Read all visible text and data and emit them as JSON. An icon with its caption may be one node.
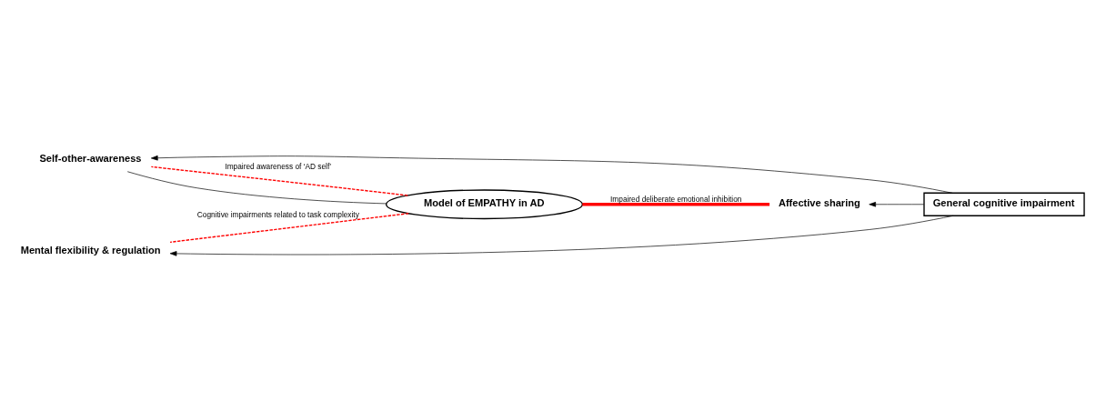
{
  "diagram": {
    "nodes": [
      {
        "text": [
          "Affective sharing"
        ]
      },
      {
        "text": [
          "Model of EMPATHY in AD"
        ]
      },
      {
        "text": [
          "Mental flexibility & regulation"
        ]
      },
      {
        "text": [
          "General cognitive impairment"
        ]
      },
      {
        "text": [
          "Self-other-awareness"
        ]
      }
    ],
    "edges": [
      {
        "from": 3,
        "to": 0,
        "arrow": "to"
      },
      {
        "from": 3,
        "to": 2,
        "arrow": "to"
      },
      {
        "from": 3,
        "to": 4,
        "arrow": "to"
      },
      {
        "from": 0,
        "to": 1,
        "arrow": "none",
        "label": "Impaired deliberate emotional inhibition",
        "style": "thick",
        "color": "#ff0000"
      },
      {
        "from": 1,
        "to": 2,
        "arrow": "none",
        "label": "Cognitive impairments related to task complexity",
        "style": "dashed",
        "color": "#ff0000"
      },
      {
        "from": 1,
        "to": 4,
        "arrow": "none"
      },
      {
        "from": 1,
        "to": 4,
        "arrow": "none",
        "label": "Impaired awareness of ‘AD self’",
        "style": "dashed",
        "color": "#ff0000"
      }
    ]
  }
}
